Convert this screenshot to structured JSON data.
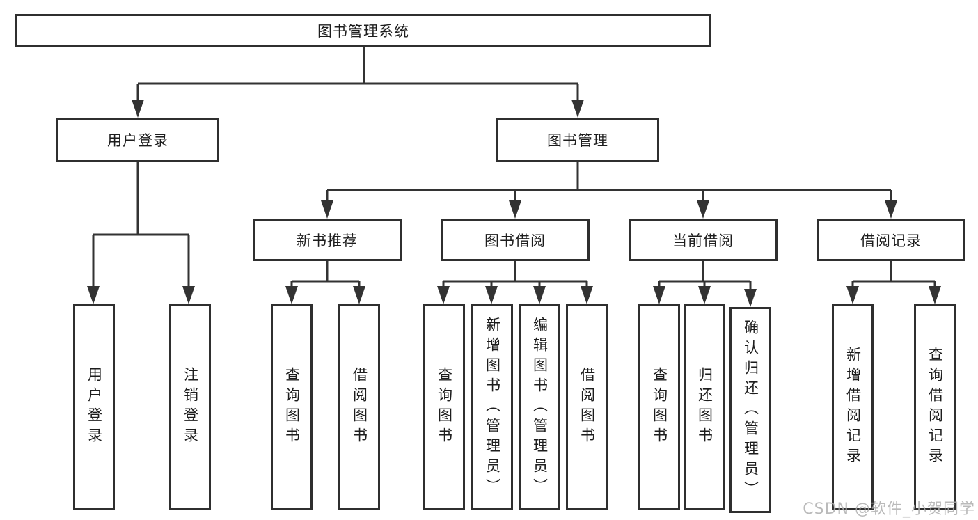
{
  "diagram": {
    "type": "hierarchy-tree",
    "root": {
      "label": "图书管理系统",
      "children": [
        {
          "label": "用户登录",
          "children": [
            {
              "label": "用户登录"
            },
            {
              "label": "注销登录"
            }
          ]
        },
        {
          "label": "图书管理",
          "children": [
            {
              "label": "新书推荐",
              "children": [
                {
                  "label": "查询图书"
                },
                {
                  "label": "借阅图书"
                }
              ]
            },
            {
              "label": "图书借阅",
              "children": [
                {
                  "label": "查询图书"
                },
                {
                  "label": "新增图书（管理员）"
                },
                {
                  "label": "编辑图书（管理员）"
                },
                {
                  "label": "借阅图书"
                }
              ]
            },
            {
              "label": "当前借阅",
              "children": [
                {
                  "label": "查询图书"
                },
                {
                  "label": "归还图书"
                },
                {
                  "label": "确认归还（管理员）"
                }
              ]
            },
            {
              "label": "借阅记录",
              "children": [
                {
                  "label": "新增借阅记录"
                },
                {
                  "label": "查询借阅记录"
                }
              ]
            }
          ]
        }
      ]
    },
    "colors": {
      "line": "#333333",
      "box_border": "#2f2f2f",
      "box_background": "#ffffff",
      "text": "#1d1d1d",
      "watermark": "#aeaeae"
    }
  },
  "watermark": "CSDN @软件_小贺同学"
}
